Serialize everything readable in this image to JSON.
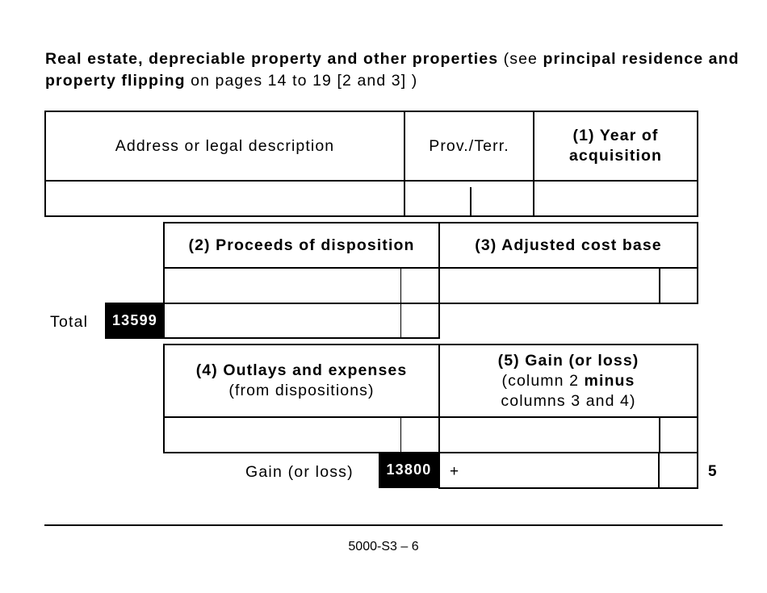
{
  "intro": {
    "bold1": "Real estate, depreciable property and other properties",
    "normal1": " (see ",
    "bold2": "principal residence and property flipping",
    "normal2": " on pages 14 to 19 [2 and 3] )"
  },
  "table1": {
    "headers": {
      "address": "Address or legal description",
      "prov": "Prov./Terr.",
      "year": "(1) Year of acquisition"
    },
    "row": {
      "address": "",
      "prov": "",
      "year": ""
    }
  },
  "table2": {
    "headers": {
      "proceeds": "(2) Proceeds of disposition",
      "acb": "(3) Adjusted cost base"
    },
    "row": {
      "proceeds": "",
      "proceeds_cents": "",
      "acb": "",
      "acb_cents": ""
    },
    "total": {
      "label": "Total",
      "line_code": "13599",
      "value": "",
      "cents": ""
    }
  },
  "table3": {
    "headers": {
      "outlays_bold": "(4) Outlays and expenses",
      "outlays_sub": "(from dispositions)",
      "gain_bold": "(5) Gain (or loss)",
      "gain_sub1": "(column 2 ",
      "gain_sub_bold": "minus",
      "gain_sub2": "columns 3 and 4)"
    },
    "row": {
      "outlays": "",
      "outlays_cents": "",
      "gain": "",
      "gain_cents": ""
    },
    "gain_total": {
      "label": "Gain (or loss)",
      "line_code": "13800",
      "sign": "+",
      "value": "",
      "cents": "",
      "line_number": "5"
    }
  },
  "footer": {
    "page_label": "5000-S3 – 6"
  }
}
